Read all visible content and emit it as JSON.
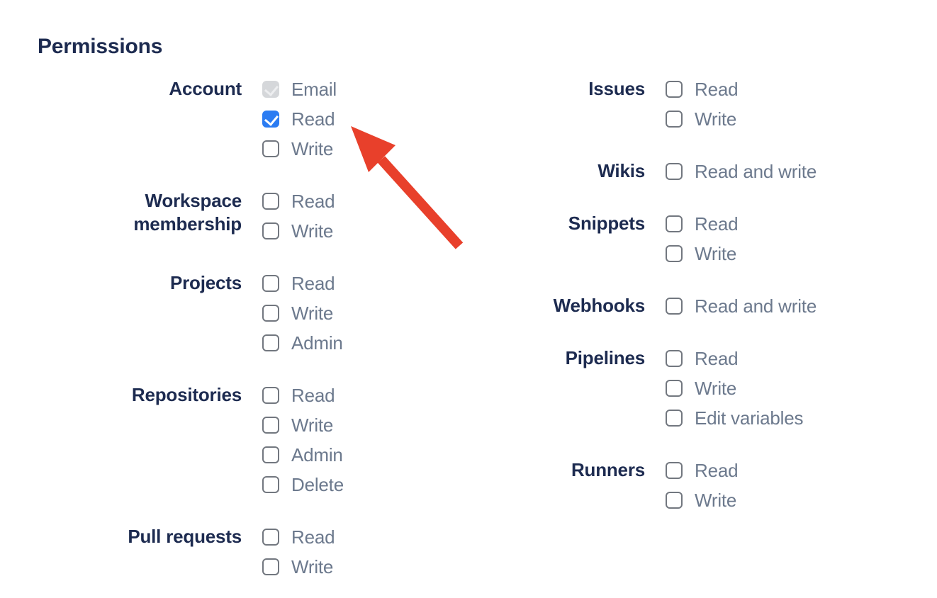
{
  "page": {
    "title": "Permissions"
  },
  "colors": {
    "heading": "#1D2B50",
    "group_label": "#1D2B50",
    "option_label": "#6C798D",
    "checkbox_checked": "#2B7CF2",
    "checkbox_disabled_bg": "#D5D7DA",
    "checkbox_border": "#72777F",
    "arrow": "#E8402B"
  },
  "columns": [
    {
      "groups": [
        {
          "label": "Account",
          "options": [
            {
              "label": "Email",
              "state": "checked-disabled"
            },
            {
              "label": "Read",
              "state": "checked"
            },
            {
              "label": "Write",
              "state": "unchecked"
            }
          ]
        },
        {
          "label": "Workspace membership",
          "options": [
            {
              "label": "Read",
              "state": "unchecked"
            },
            {
              "label": "Write",
              "state": "unchecked"
            }
          ]
        },
        {
          "label": "Projects",
          "options": [
            {
              "label": "Read",
              "state": "unchecked"
            },
            {
              "label": "Write",
              "state": "unchecked"
            },
            {
              "label": "Admin",
              "state": "unchecked"
            }
          ]
        },
        {
          "label": "Repositories",
          "options": [
            {
              "label": "Read",
              "state": "unchecked"
            },
            {
              "label": "Write",
              "state": "unchecked"
            },
            {
              "label": "Admin",
              "state": "unchecked"
            },
            {
              "label": "Delete",
              "state": "unchecked"
            }
          ]
        },
        {
          "label": "Pull requests",
          "options": [
            {
              "label": "Read",
              "state": "unchecked"
            },
            {
              "label": "Write",
              "state": "unchecked"
            }
          ]
        }
      ]
    },
    {
      "groups": [
        {
          "label": "Issues",
          "options": [
            {
              "label": "Read",
              "state": "unchecked"
            },
            {
              "label": "Write",
              "state": "unchecked"
            }
          ]
        },
        {
          "label": "Wikis",
          "options": [
            {
              "label": "Read and write",
              "state": "unchecked"
            }
          ]
        },
        {
          "label": "Snippets",
          "options": [
            {
              "label": "Read",
              "state": "unchecked"
            },
            {
              "label": "Write",
              "state": "unchecked"
            }
          ]
        },
        {
          "label": "Webhooks",
          "options": [
            {
              "label": "Read and write",
              "state": "unchecked"
            }
          ]
        },
        {
          "label": "Pipelines",
          "options": [
            {
              "label": "Read",
              "state": "unchecked"
            },
            {
              "label": "Write",
              "state": "unchecked"
            },
            {
              "label": "Edit variables",
              "state": "unchecked"
            }
          ]
        },
        {
          "label": "Runners",
          "options": [
            {
              "label": "Read",
              "state": "unchecked"
            },
            {
              "label": "Write",
              "state": "unchecked"
            }
          ]
        }
      ]
    }
  ],
  "annotation": {
    "arrow_color": "#E8402B",
    "points_at": "account-read-checkbox"
  }
}
